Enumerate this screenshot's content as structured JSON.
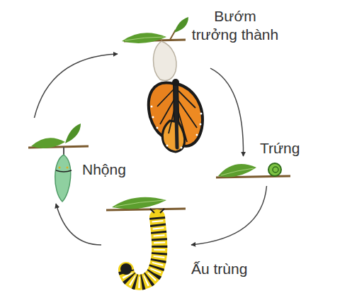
{
  "diagram": {
    "nodes": [
      {
        "text": [
          "Bướm trưởng thành"
        ]
      },
      {
        "text": [
          "Trứng"
        ]
      },
      {
        "text": [
          "Ấu trùng"
        ]
      },
      {
        "text": [
          "Nhộng"
        ]
      }
    ],
    "edges": [
      {
        "from": 3,
        "to": 0,
        "arrow": "to"
      },
      {
        "from": 0,
        "to": 1,
        "arrow": "to"
      },
      {
        "from": 1,
        "to": 2,
        "arrow": "to"
      },
      {
        "from": 2,
        "to": 3,
        "arrow": "to"
      }
    ]
  }
}
